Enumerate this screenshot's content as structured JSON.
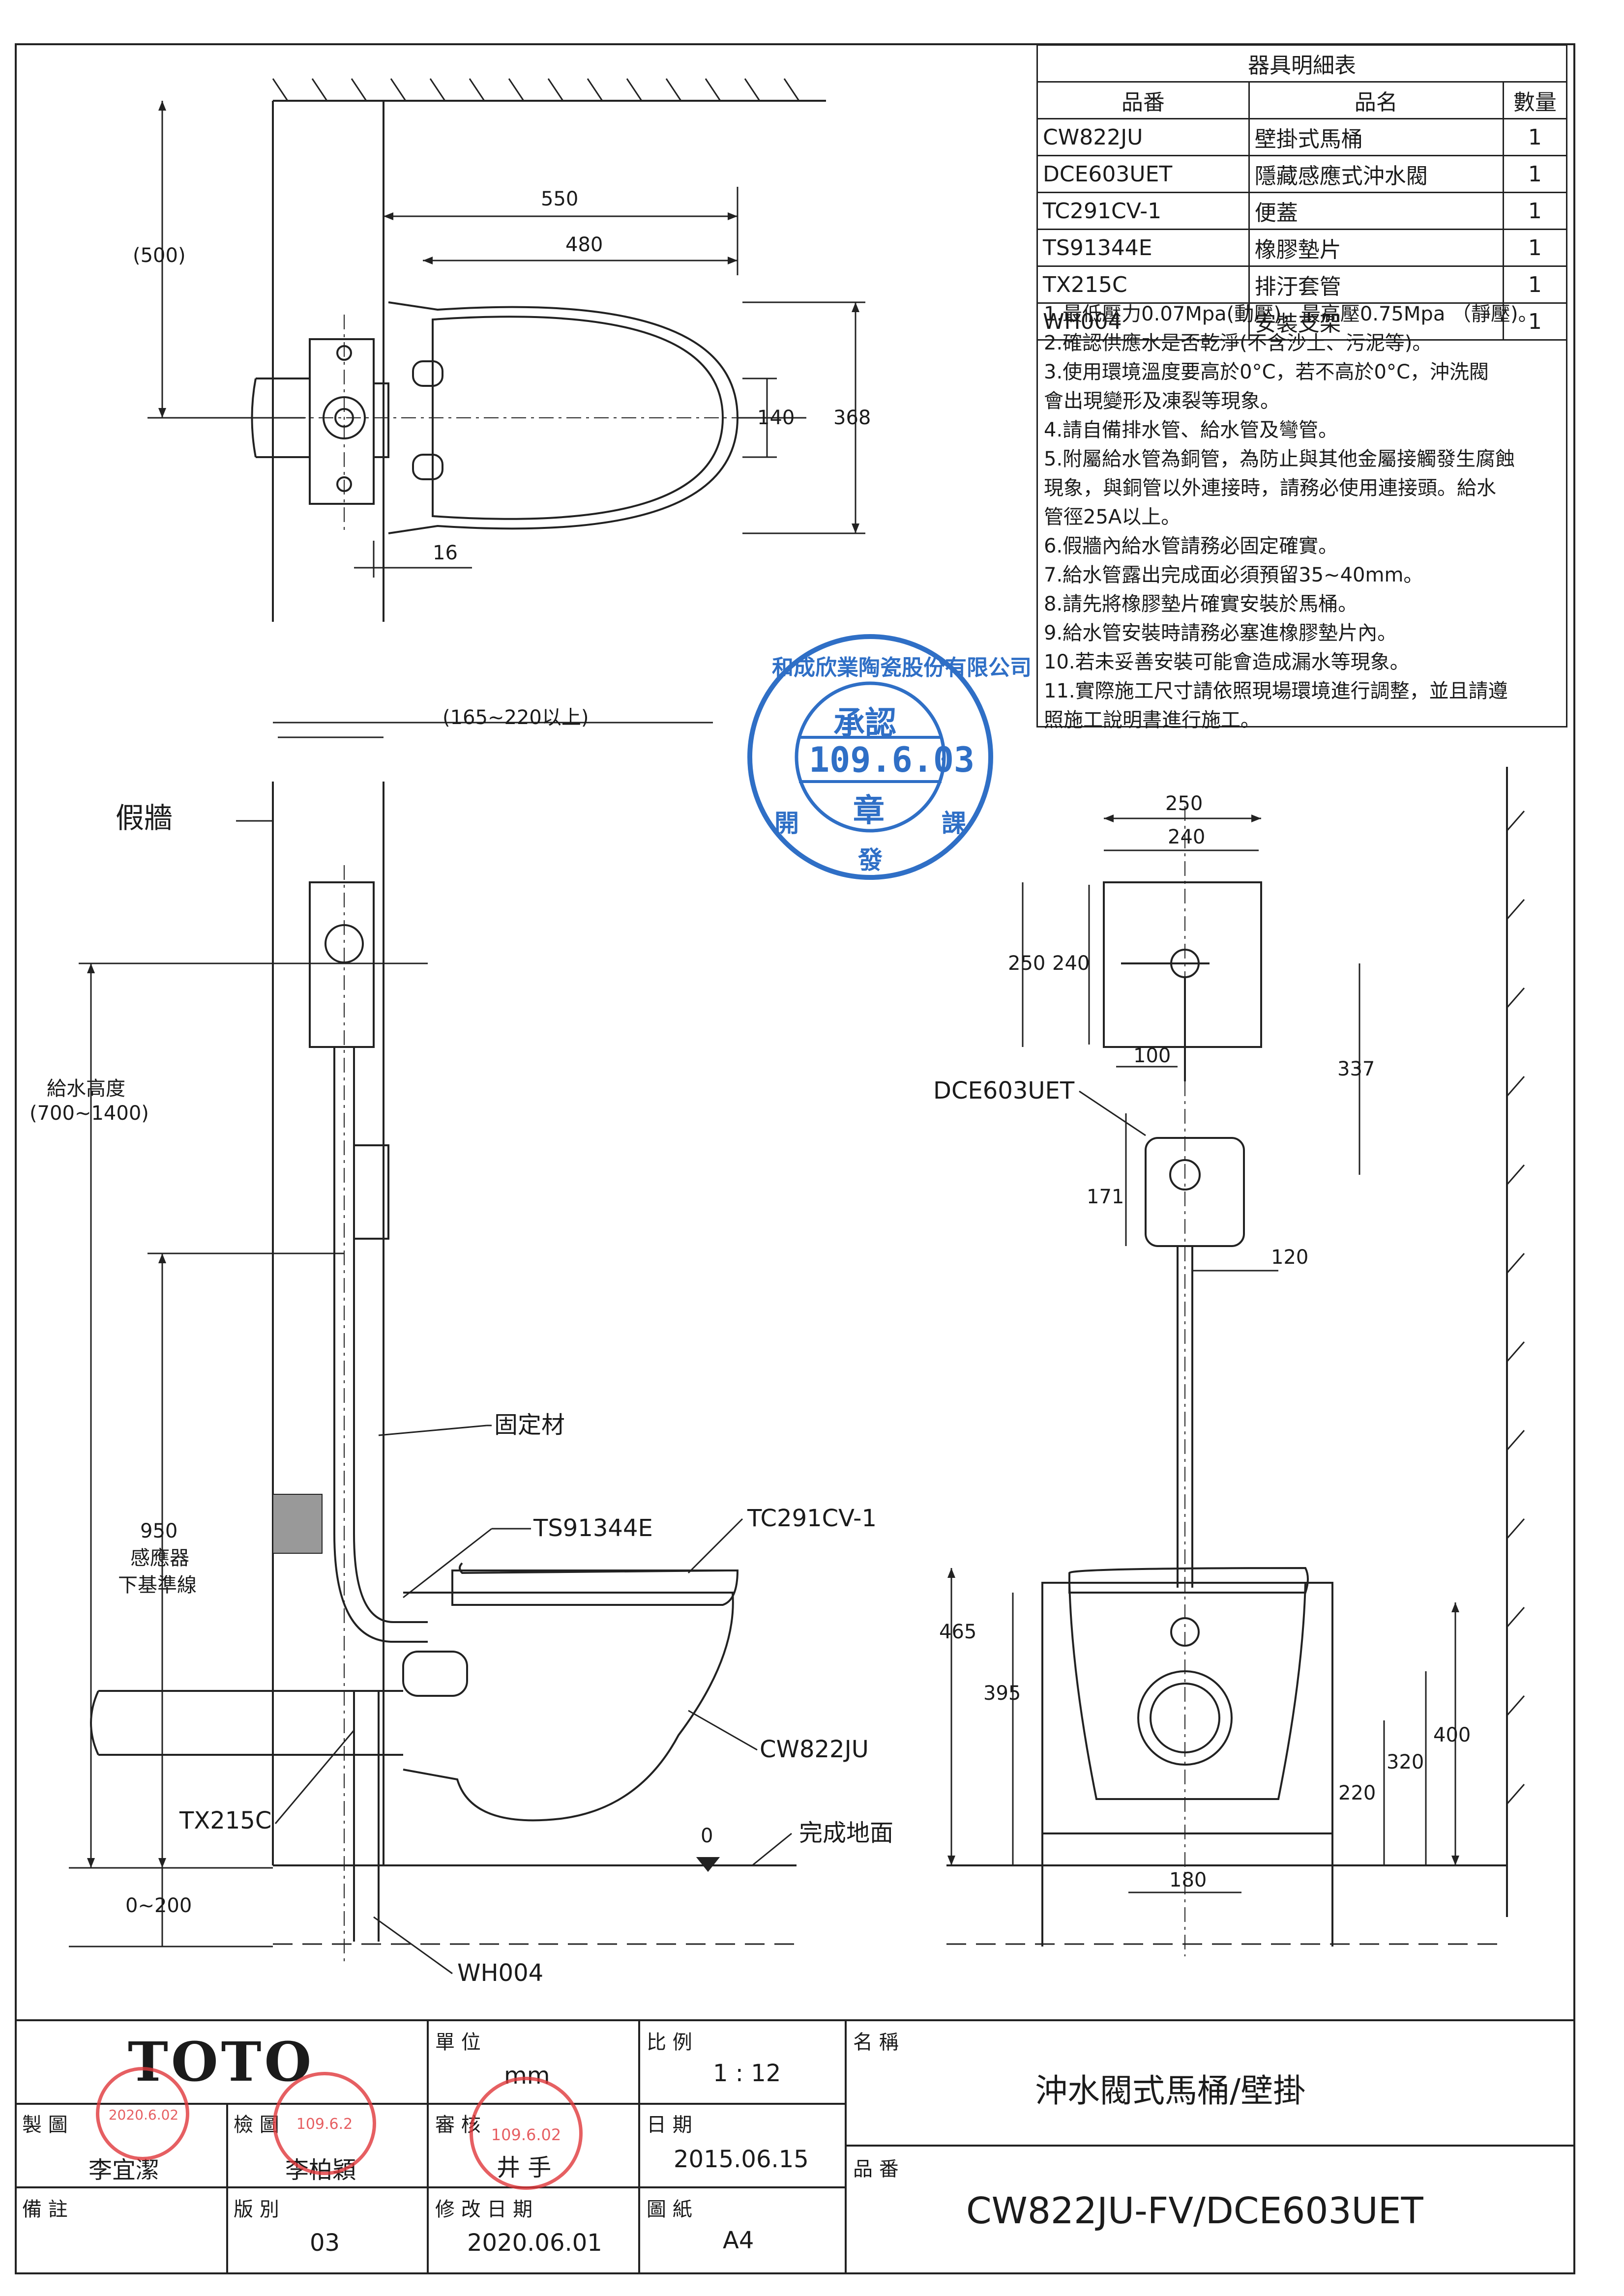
{
  "parts_table": {
    "title": "器具明細表",
    "headers": [
      "品番",
      "品名",
      "數量"
    ],
    "rows": [
      {
        "code": "CW822JU",
        "name": "壁掛式馬桶",
        "qty": "1"
      },
      {
        "code": "DCE603UET",
        "name": "隱藏感應式沖水閥",
        "qty": "1"
      },
      {
        "code": "TC291CV-1",
        "name": "便蓋",
        "qty": "1"
      },
      {
        "code": "TS91344E",
        "name": "橡膠墊片",
        "qty": "1"
      },
      {
        "code": "TX215C",
        "name": "排汙套管",
        "qty": "1"
      },
      {
        "code": "WH004",
        "name": "安裝支架",
        "qty": "1"
      }
    ]
  },
  "notes": [
    "1.最低壓力0.07Mpa(動壓)，最高壓0.75Mpa （靜壓)。",
    "2.確認供應水是否乾淨(不含沙土、污泥等)。",
    "3.使用環境溫度要高於0°C，若不高於0°C，沖洗閥",
    "   會出現變形及凍裂等現象。",
    "4.請自備排水管、給水管及彎管。",
    "5.附屬給水管為銅管，為防止與其他金屬接觸發生腐蝕",
    "   現象，與銅管以外連接時，請務必使用連接頭。給水",
    "   管徑25A以上。",
    "6.假牆內給水管請務必固定確實。",
    "7.給水管露出完成面必須預留35~40mm。",
    "8.請先將橡膠墊片確實安裝於馬桶。",
    "9.給水管安裝時請務必塞進橡膠墊片內。",
    "10.若未妥善安裝可能會造成漏水等現象。",
    "11.實際施工尺寸請依照現場環境進行調整，並且請遵",
    "     照施工說明書進行施工。"
  ],
  "top_view": {
    "dim_550": "550",
    "dim_480": "480",
    "dim_500": "(500)",
    "dim_140": "140",
    "dim_368": "368",
    "dim_16": "16"
  },
  "side_view": {
    "dim_range": "(165~220以上)",
    "false_wall": "假牆",
    "supply_height_1": "給水高度",
    "supply_height_2": "(700~1400)",
    "sensor_1": "950",
    "sensor_2": "感應器",
    "sensor_3": "下基準線",
    "floor_offset": "0~200",
    "fixing": "固定材",
    "gasket": "TS91344E",
    "seat": "TC291CV-1",
    "bowl": "CW822JU",
    "sleeve": "TX215C",
    "bracket": "WH004",
    "zero": "0",
    "finished_floor": "完成地面"
  },
  "front_view": {
    "dim_250w": "250",
    "dim_240w": "240",
    "dim_250h": "250",
    "dim_240h": "240",
    "dim_100": "100",
    "dim_337": "337",
    "dim_171": "171",
    "dim_120": "120",
    "valve": "DCE603UET",
    "dim_465": "465",
    "dim_395": "395",
    "dim_400": "400",
    "dim_320": "320",
    "dim_220": "220",
    "dim_180": "180"
  },
  "stamp": {
    "ring_text": "和成欣業陶瓷股份有限公司",
    "approve": "承認",
    "date": "109.6.03",
    "seal": "章",
    "left": "開",
    "bottom": "發",
    "right": "課"
  },
  "title_block": {
    "brand": "TOTO",
    "drawn_label": "製 圖",
    "drawn_by": "李宜潔",
    "drawn_stamp_date": "2020.6.02",
    "checked_label": "檢 圖",
    "checked_by": "李柏穎",
    "checked_stamp_date": "109.6.2",
    "unit_label": "單 位",
    "unit": "mm",
    "review_label": "審 核",
    "reviewer": "井 手",
    "review_stamp_date": "109.6.02",
    "scale_label": "比 例",
    "scale": "1 : 12",
    "date_label": "日 期",
    "date": "2015.06.15",
    "name_label": "名 稱",
    "name": "沖水閥式馬桶/壁掛",
    "part_label": "品 番",
    "part_no": "CW822JU-FV/DCE603UET",
    "remark_label": "備 註",
    "version_label": "版 別",
    "version": "03",
    "revision_label": "修 改 日 期",
    "revision_date": "2020.06.01",
    "paper_label": "圖 紙",
    "paper": "A4"
  },
  "colors": {
    "ink": "#1b1b1b",
    "stamp_blue": "#2f6fc6",
    "stamp_red": "#e0383b"
  }
}
